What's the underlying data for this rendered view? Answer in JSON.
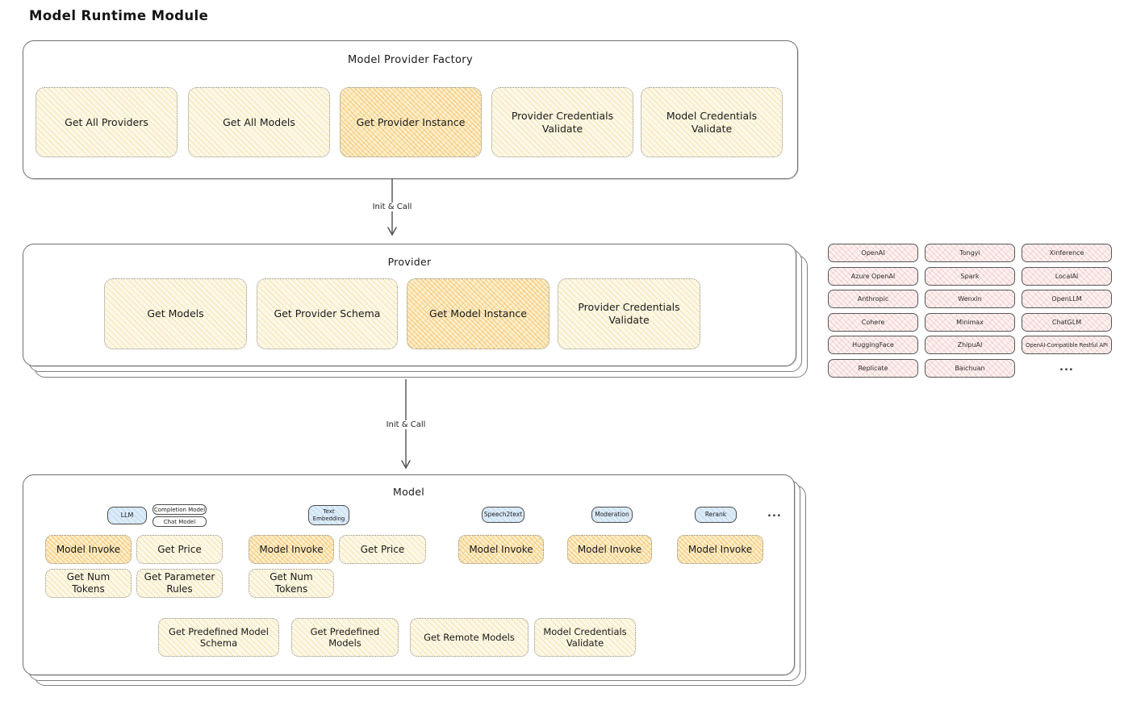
{
  "title": "Model Runtime Module",
  "arrows": {
    "arrow1_label": "Init & Call",
    "arrow2_label": "Init & Call"
  },
  "factory": {
    "title": "Model Provider Factory",
    "buttons": [
      {
        "label": "Get All Providers",
        "highlighted": false
      },
      {
        "label": "Get All Models",
        "highlighted": false
      },
      {
        "label": "Get Provider Instance",
        "highlighted": true
      },
      {
        "label": "Provider Credentials Validate",
        "highlighted": false
      },
      {
        "label": "Model Credentials Validate",
        "highlighted": false
      }
    ]
  },
  "provider": {
    "title": "Provider",
    "buttons": [
      {
        "label": "Get Models",
        "highlighted": false
      },
      {
        "label": "Get Provider Schema",
        "highlighted": false
      },
      {
        "label": "Get Model Instance",
        "highlighted": true
      },
      {
        "label": "Provider Credentials Validate",
        "highlighted": false
      }
    ]
  },
  "provider_list": {
    "col1": [
      "OpenAI",
      "Azure OpenAI",
      "Anthropic",
      "Cohere",
      "HuggingFace",
      "Replicate"
    ],
    "col2": [
      "Tongyi",
      "Spark",
      "Wenxin",
      "Minimax",
      "ZhipuAI",
      "Baichuan"
    ],
    "col3": [
      "Xinference",
      "LocalAI",
      "OpenLLM",
      "ChatGLM",
      "OpenAI-Compatible Restful API"
    ],
    "more_label": "..."
  },
  "model": {
    "title": "Model",
    "subtabs": [
      "Completion Model",
      "Chat Model"
    ],
    "groups": [
      {
        "tab": "LLM",
        "buttons": [
          "Model Invoke",
          "Get Price",
          "Get Num Tokens",
          "Get Parameter Rules"
        ]
      },
      {
        "tab": "Text Embedding",
        "buttons": [
          "Model Invoke",
          "Get Price",
          "Get Num Tokens"
        ]
      },
      {
        "tab": "Speech2text",
        "buttons": [
          "Model Invoke"
        ]
      },
      {
        "tab": "Moderation",
        "buttons": [
          "Model Invoke"
        ]
      },
      {
        "tab": "Rerank",
        "buttons": [
          "Model Invoke"
        ]
      }
    ],
    "more_label": "...",
    "bottom_buttons": [
      "Get Predefined Model Schema",
      "Get Predefined Models",
      "Get Remote Models",
      "Model Credentials Validate"
    ]
  },
  "colors": {
    "highlight_fill": "#f6c46f",
    "button_fill": "#fdf6dd",
    "provider_pill_fill": "#fbe9e7",
    "tab_fill": "#ddecf9",
    "box_border": "#6f6f6f"
  }
}
